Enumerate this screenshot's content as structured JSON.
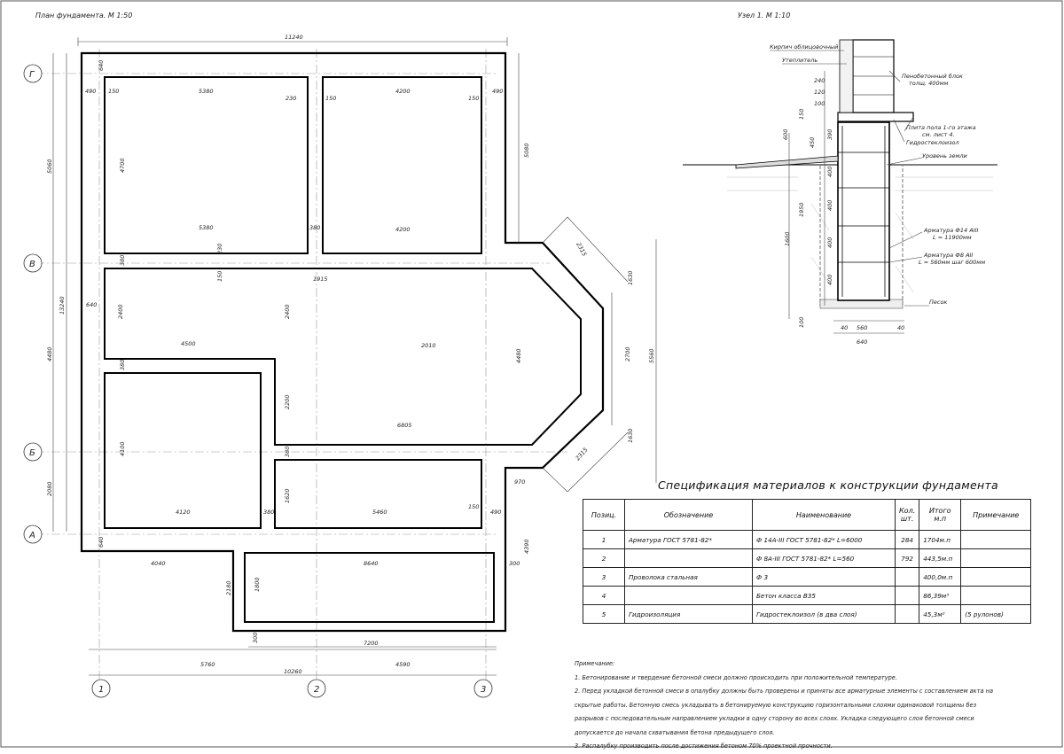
{
  "plan": {
    "title": "План  фундамента. М 1:50",
    "axes": {
      "rows": [
        "Г",
        "В",
        "Б",
        "А"
      ],
      "cols": [
        "1",
        "2",
        "3"
      ]
    },
    "dims": {
      "overall_top": "11240",
      "r1_w": "5380",
      "r2_w": "4200",
      "gap_230": "230",
      "t150a": "150",
      "t150b": "150",
      "t150c": "150",
      "left490": "490",
      "right490": "490",
      "top640": "640",
      "r1_h": "4700",
      "r1_bw": "5380",
      "r2_bw": "4200",
      "g380a": "380",
      "g380b": "380",
      "left_5060": "5060",
      "right_5080": "5080",
      "v230": "230",
      "v150": "150",
      "w1915": "1915",
      "l640": "640",
      "h2400a": "2400",
      "h2400b": "2400",
      "w4500": "4500",
      "l13240": "13240",
      "l4480": "4480",
      "v380": "380",
      "w2010": "2010",
      "h4480": "4480",
      "h2700": "2700",
      "h5560": "5560",
      "d2315": "2315",
      "d1630a": "1630",
      "d1630b": "1630",
      "d2315b": "2315",
      "h2200": "2200",
      "w6805": "6805",
      "v380b": "380",
      "h4100": "4100",
      "w4120": "4120",
      "w380c": "380",
      "w5460": "5460",
      "h1620": "1620",
      "w150d": "150",
      "w490d": "490",
      "w970": "970",
      "l2080": "2080",
      "l640b": "640",
      "w4040": "4040",
      "w8640": "8640",
      "w300a": "300",
      "r4390": "4390",
      "h2180": "2180",
      "h1800": "1800",
      "w300b": "300",
      "w7200": "7200",
      "b5760": "5760",
      "b4590": "4590",
      "b10260": "10260"
    }
  },
  "node": {
    "title": "Узел  1.   М 1:10",
    "labels": {
      "brick": "Кирпич облицовочный",
      "insul": "Утеплитель",
      "block1": "Пенобетонный блок",
      "block2": "толщ. 400мм",
      "slab1": "Плита пола 1-го этажа",
      "slab2": "см. лист  4.",
      "hydro": "Гидростеклоизол",
      "ground": "Уровень земли",
      "rebar1a": "Арматура Ф14 АIII",
      "rebar1b": "L = 11900мм",
      "rebar2a": "Арматура Ф8 АII",
      "rebar2b": "L = 560мм  шаг 600мм",
      "sand": "Песок"
    },
    "dims": {
      "d240": "240",
      "d120": "120",
      "d100": "100",
      "d150": "150",
      "d600": "600",
      "d450": "450",
      "d390": "390",
      "d1950": "1950",
      "d1600": "1600",
      "d100b": "100",
      "d40a": "40",
      "d560": "560",
      "d40b": "40",
      "d640": "640",
      "d400a": "400",
      "d400b": "400",
      "d400c": "400",
      "d400d": "400"
    }
  },
  "spec": {
    "title": "Спецификация  материалов   к конструкции  фундамента",
    "headers": [
      "Позиц.",
      "Обозначение",
      "Наименование",
      "Кол. шт.",
      "Итого м.п",
      "Примечание"
    ],
    "rows": [
      {
        "pos": "1",
        "des": "Арматура ГОСТ 5781-82*",
        "name": "Ф 14А-III ГОСТ 5781-82* L=6000",
        "qty": "284",
        "total": "1704м.п",
        "note": ""
      },
      {
        "pos": "2",
        "des": "",
        "name": "Ф 8А-III ГОСТ 5781-82* L=560",
        "qty": "792",
        "total": "443,5м.п",
        "note": ""
      },
      {
        "pos": "3",
        "des": "Проволока стальная",
        "name": "Ф 3",
        "qty": "",
        "total": "400,0м.п",
        "note": ""
      },
      {
        "pos": "4",
        "des": "",
        "name": "Бетон класса В35",
        "qty": "",
        "total": "86,39м³",
        "note": ""
      },
      {
        "pos": "5",
        "des": "Гидроизоляция",
        "name": "Гидростеклоизол (в два слоя)",
        "qty": "",
        "total": "45,3м²",
        "note": "(5 рулонов)"
      }
    ]
  },
  "notes": {
    "heading": "Примечание:",
    "n1": "1. Бетонирование и твердение бетонной смеси  должно происходить при положительной температуре.",
    "n2a": "2.  Перед укладкой бетонной смеси в опалубку должны быть проверены и приняты все арматурные элементы с составлением акта на",
    "n2b": "скрытые работы.   Бетонную смесь укладывать в бетонируемую конструкцию горизонтальными слоями одинаковой толщины без",
    "n2c": "разрывов с последовательным направлением укладки в одну сторону во всех слоях. Укладка следующего слоя бетонной смеси",
    "n2d": "допускается до начала схватывания бетона предыдущего слоя.",
    "n3": "3. Распалубку производить после достижения бетоном 70% проектной прочности."
  }
}
